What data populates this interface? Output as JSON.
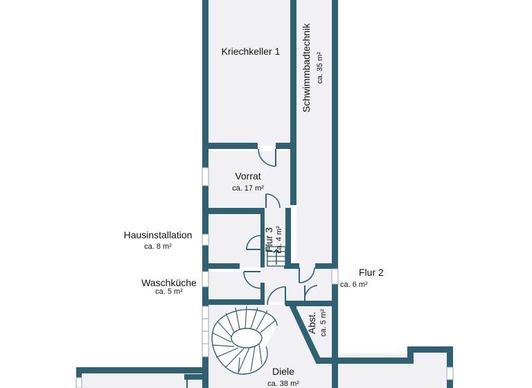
{
  "rooms": [
    {
      "id": "kriechkeller",
      "name": "Kriechkeller 1",
      "area": ""
    },
    {
      "id": "schwimmbad",
      "name": "Schwimmbadtechnik",
      "area": "ca. 35 m²"
    },
    {
      "id": "vorrat",
      "name": "Vorrat",
      "area": "ca. 17 m²"
    },
    {
      "id": "hausinstallation",
      "name": "Hausinstallation",
      "area": "ca. 8 m²"
    },
    {
      "id": "flur3",
      "name": "Flur 3",
      "area": "ca. 4 m²"
    },
    {
      "id": "waschkueche",
      "name": "Waschküche",
      "area": "ca. 5 m²"
    },
    {
      "id": "flur2",
      "name": "Flur 2",
      "area": "ca. 6 m²"
    },
    {
      "id": "abst",
      "name": "Abst.",
      "area": "ca. 5 m²"
    },
    {
      "id": "diele",
      "name": "Diele",
      "area": "ca. 38 m²"
    }
  ],
  "colors": {
    "wall": "#2f6173",
    "floor": "#f1f1f5",
    "background": "#ffffff"
  }
}
